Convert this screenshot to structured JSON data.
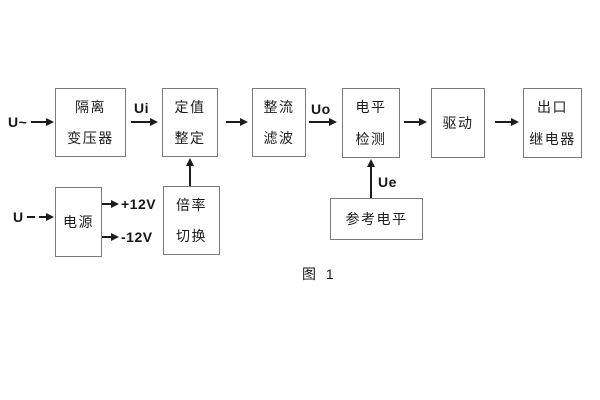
{
  "figure": {
    "caption": "图 1"
  },
  "blocks": {
    "isolation": {
      "line1": "隔离",
      "line2": "变压器"
    },
    "setting": {
      "line1": "定值",
      "line2": "整定"
    },
    "rectify": {
      "line1": "整流",
      "line2": "滤波"
    },
    "level": {
      "line1": "电平",
      "line2": "检测"
    },
    "drive": {
      "line1": "驱动"
    },
    "relay": {
      "line1": "出口",
      "line2": "继电器"
    },
    "power": {
      "line1": "电源"
    },
    "ratio": {
      "line1": "倍率",
      "line2": "切换"
    },
    "reference": {
      "line1": "参考电平"
    }
  },
  "signals": {
    "u_ac": "U~",
    "u_dc": "U",
    "ui": "Ui",
    "uo": "Uo",
    "ue": "Ue",
    "v_pos": "+12V",
    "v_neg": "-12V"
  },
  "colors": {
    "box_border": "#7a7a7a",
    "line": "#1c1c1c",
    "text": "#1c1c1c",
    "background": "#ffffff"
  }
}
